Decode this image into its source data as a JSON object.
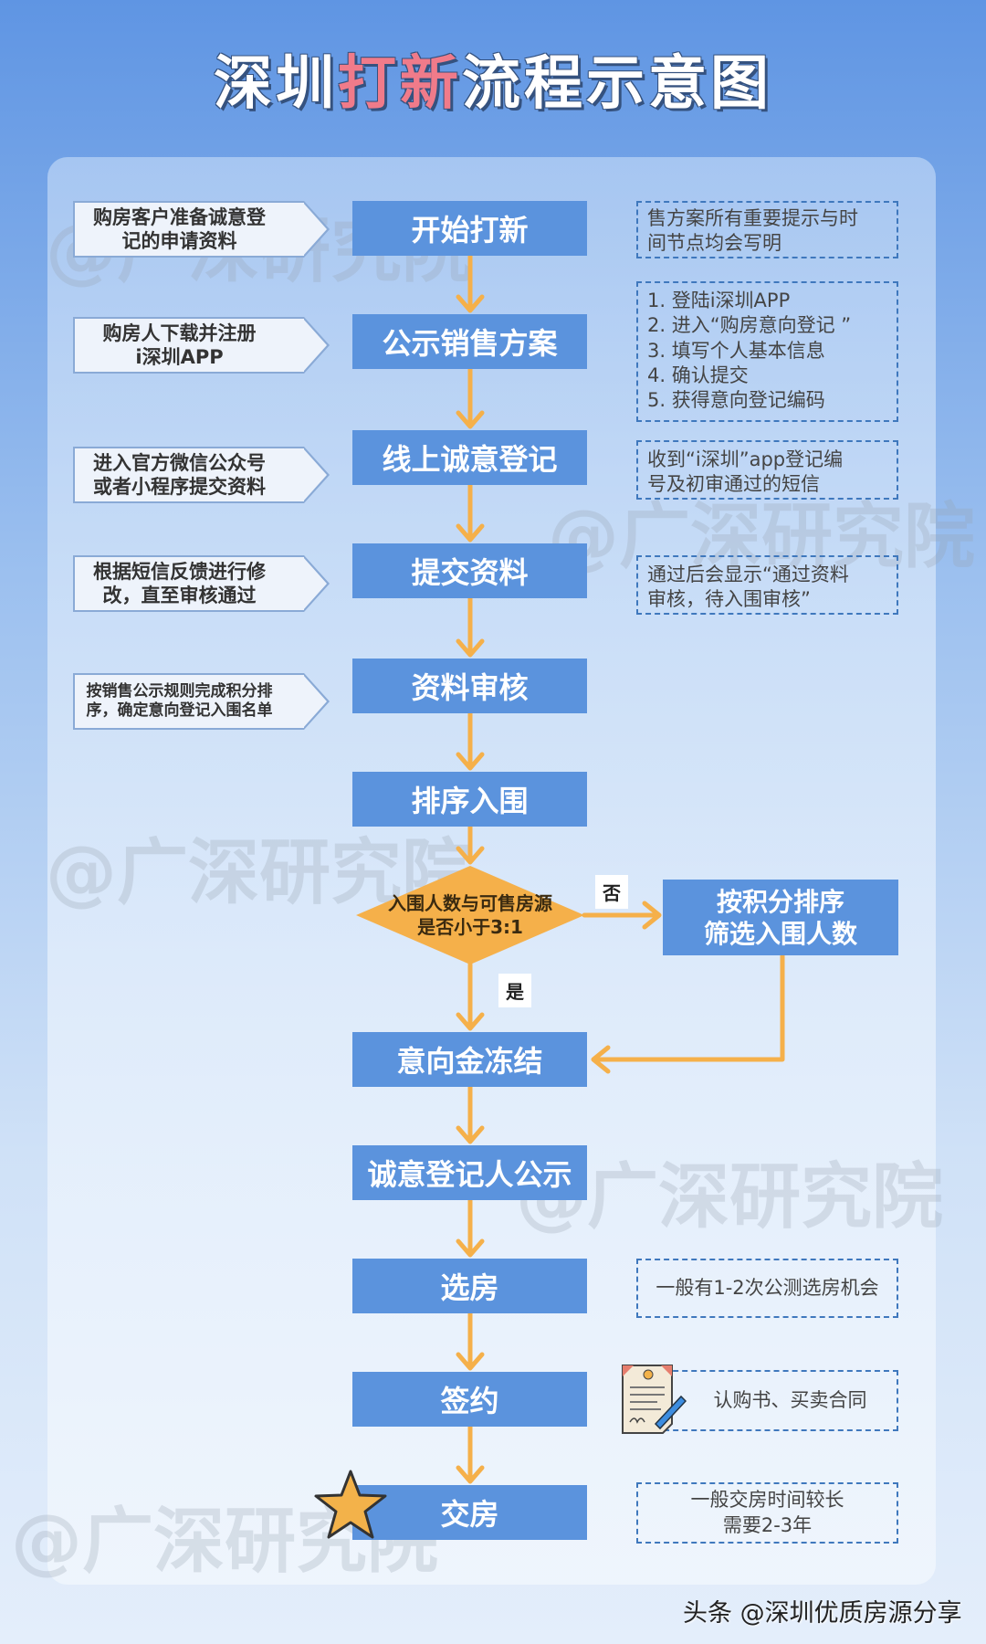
{
  "title": {
    "part1": "深圳",
    "part2": "打新",
    "part3": "流程示意图"
  },
  "watermark": "@广深研究院",
  "steps": [
    "开始打新",
    "公示销售方案",
    "线上诚意登记",
    "提交资料",
    "资料审核",
    "排序入围",
    "意向金冻结",
    "诚意登记人公示",
    "选房",
    "签约",
    "交房"
  ],
  "left_notes": [
    {
      "l1": "购房客户准备诚意登",
      "l2": "记的申请资料"
    },
    {
      "l1": "购房人下载并注册",
      "l2": "i深圳APP"
    },
    {
      "l1": "进入官方微信公众号",
      "l2": "或者小程序提交资料"
    },
    {
      "l1": "根据短信反馈进行修",
      "l2": "改，直至审核通过"
    },
    {
      "l1": "按销售公示规则完成积分排",
      "l2": "序，确定意向登记入围名单"
    }
  ],
  "right_notes": {
    "n1": {
      "l1": "售方案所有重要提示与时",
      "l2": "间节点均会写明"
    },
    "n2": [
      "1.  登陆i深圳APP",
      "2.  进入“购房意向登记 ”",
      "3.  填写个人基本信息",
      "4.  确认提交",
      "5.  获得意向登记编码"
    ],
    "n3": {
      "l1": "收到“i深圳”app登记编",
      "l2": "号及初审通过的短信"
    },
    "n4": {
      "l1": "通过后会显示“通过资料",
      "l2": "审核，待入围审核”"
    },
    "n5": "一般有1-2次公测选房机会",
    "n6": "认购书、买卖合同",
    "n7": {
      "l1": "一般交房时间较长",
      "l2": "需要2-3年"
    }
  },
  "decision": {
    "l1": "入围人数与可售房源",
    "l2": "是否小于3:1",
    "no": "否",
    "yes": "是"
  },
  "alt_step": {
    "l1": "按积分排序",
    "l2": "筛选入围人数"
  },
  "footer": "头条 @深圳优质房源分享",
  "colors": {
    "step": "#5b93dd",
    "arrow": "#f5b04a",
    "title_highlight": "#f07b8a"
  },
  "icons": [
    "contract-icon",
    "star-icon"
  ]
}
